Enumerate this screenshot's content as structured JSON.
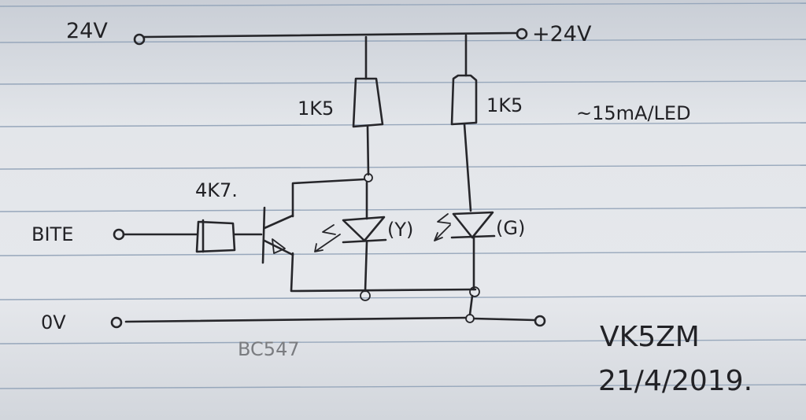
{
  "diagram": {
    "labels": {
      "supply_left": "24V",
      "supply_right": "+24V",
      "resistor_1": "1K5",
      "resistor_2": "1K5",
      "current_note": "~15mA/LED",
      "base_resistor": "4K7.",
      "input": "BITE",
      "led_1": "(Y)",
      "led_2": "(G)",
      "ground": "0V",
      "transistor": "BC547",
      "author": "VK5ZM",
      "date": "21/4/2019."
    }
  }
}
